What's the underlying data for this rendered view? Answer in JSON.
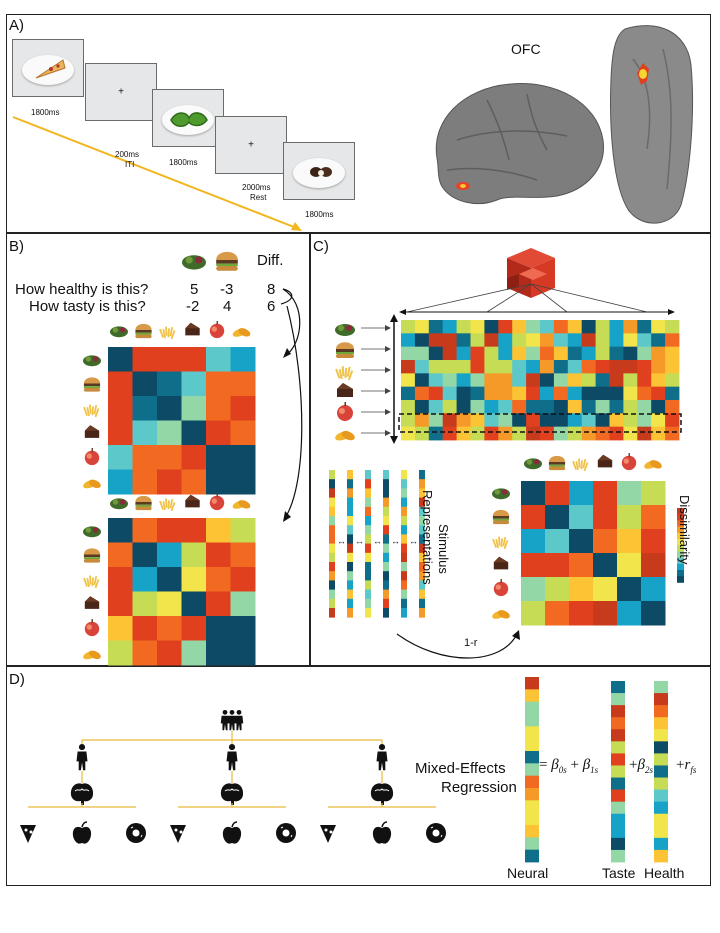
{
  "panels": {
    "a": "A)",
    "b": "B)",
    "c": "C)",
    "d": "D)"
  },
  "panel_a": {
    "timings": [
      {
        "time": "1800ms",
        "sub": ""
      },
      {
        "time": "200ms",
        "sub": "ITI"
      },
      {
        "time": "1800ms",
        "sub": ""
      },
      {
        "time": "2000ms",
        "sub": "Rest"
      },
      {
        "time": "1800ms",
        "sub": ""
      }
    ],
    "fixation": "+",
    "ofc_label": "OFC"
  },
  "panel_b": {
    "diff_header": "Diff.",
    "questions": [
      {
        "text": "How healthy is this?",
        "values": [
          "5",
          "-3",
          "8"
        ]
      },
      {
        "text": "How tasty is this?",
        "values": [
          "-2",
          "4",
          "6"
        ]
      }
    ],
    "foods": [
      "salad",
      "burger",
      "fries",
      "cake",
      "apple",
      "mango"
    ]
  },
  "panel_c": {
    "stimulus_label_1": "Stimulus",
    "stimulus_label_2": "Representations",
    "dissimilarity_label": "Dissimilarity",
    "one_minus_r": "1-r"
  },
  "panel_d": {
    "mixed_label_1": "Mixed-Effects",
    "mixed_label_2": "Regression",
    "bar_labels": [
      "Neural",
      "Taste",
      "Health"
    ],
    "equation": {
      "eq": "=",
      "b0": "β",
      "b0_sub": "0s",
      "b1": "β",
      "b1_sub": "1s",
      "b2": "β",
      "b2_sub": "2s",
      "r": "r",
      "r_sub": "fs",
      "plus": "+"
    }
  },
  "colors": {
    "timeline": "#f2b61e",
    "tree_line": "#e8b93a",
    "frame_border": "#6b6b6b"
  },
  "palette": [
    "#0d4a66",
    "#0f6e8a",
    "#17a3c7",
    "#5cc8c9",
    "#93d7a7",
    "#c6dc55",
    "#f1e54b",
    "#fcc334",
    "#f59a28",
    "#f26a21",
    "#e0401d",
    "#c83a1c"
  ],
  "matrices": {
    "rdm_b1": [
      [
        0,
        10,
        10,
        10,
        3,
        2
      ],
      [
        10,
        0,
        1,
        3,
        9,
        9
      ],
      [
        10,
        1,
        0,
        4,
        9,
        10
      ],
      [
        10,
        3,
        4,
        0,
        10,
        9
      ],
      [
        3,
        9,
        9,
        10,
        0,
        0
      ],
      [
        2,
        9,
        10,
        9,
        0,
        0
      ]
    ],
    "rdm_b2": [
      [
        0,
        9,
        10,
        10,
        7,
        5
      ],
      [
        9,
        0,
        2,
        5,
        10,
        9
      ],
      [
        10,
        2,
        0,
        6,
        9,
        10
      ],
      [
        10,
        5,
        6,
        0,
        10,
        4
      ],
      [
        7,
        10,
        9,
        10,
        0,
        0
      ],
      [
        5,
        9,
        10,
        4,
        0,
        0
      ]
    ],
    "rdm_c": [
      [
        0,
        10,
        2,
        10,
        4,
        5
      ],
      [
        10,
        0,
        3,
        10,
        5,
        9
      ],
      [
        2,
        3,
        0,
        9,
        7,
        10
      ],
      [
        10,
        10,
        9,
        0,
        6,
        11
      ],
      [
        4,
        5,
        7,
        6,
        0,
        2
      ],
      [
        5,
        9,
        10,
        11,
        2,
        0
      ]
    ]
  }
}
